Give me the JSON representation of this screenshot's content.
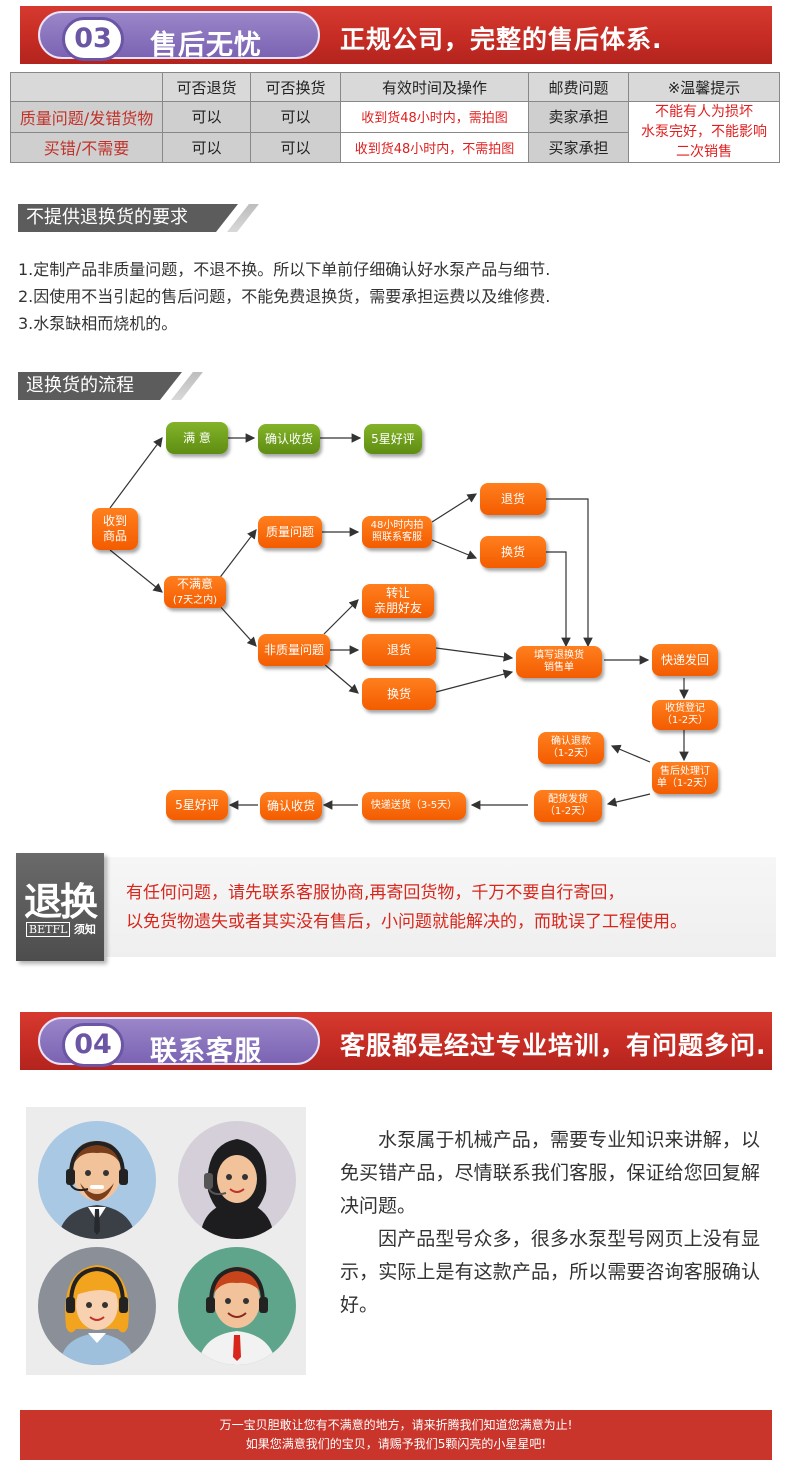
{
  "section3": {
    "num": "03",
    "title": "售后无忧",
    "slogan": "正规公司，完整的售后体系."
  },
  "table": {
    "headers": [
      "",
      "可否退货",
      "可否换货",
      "有效时间及操作",
      "邮费问题",
      "※温馨提示"
    ],
    "rows": [
      {
        "label": "质量问题/发错货物",
        "return": "可以",
        "exchange": "可以",
        "time": "收到货48小时内，需拍图",
        "postage": "卖家承担"
      },
      {
        "label": "买错/不需要",
        "return": "可以",
        "exchange": "可以",
        "time": "收到货48小时内，不需拍图",
        "postage": "买家承担"
      }
    ],
    "note": [
      "不能有人为损坏",
      "水泵完好，不能影响",
      "二次销售"
    ]
  },
  "no_return": {
    "heading": "不提供退换货的要求",
    "rules": [
      "1.定制产品非质量问题，不退不换。所以下单前仔细确认好水泵产品与细节.",
      "2.因使用不当引起的售后问题，不能免费退换货，需要承担运费以及维修费.",
      "3.水泵缺相而烧机的。"
    ]
  },
  "process": {
    "heading": "退换货的流程",
    "nodes": {
      "satisfied": "满  意",
      "confirm1": "确认收货",
      "five_star1": "5星好评",
      "received_1": "收到",
      "received_2": "商品",
      "unsatisfied_1": "不满意",
      "unsatisfied_2": "(7天之内)",
      "quality": "质量问题",
      "photo_1": "48小时内拍",
      "photo_2": "照联系客服",
      "return1": "退货",
      "exchange1": "换货",
      "transfer_1": "转让",
      "transfer_2": "亲朋好友",
      "nonquality": "非质量问题",
      "return2": "退货",
      "exchange2": "换货",
      "form_1": "填写退换货",
      "form_2": "销售单",
      "express_back": "快递发回",
      "receipt_1": "收货登记",
      "receipt_2": "（1-2天）",
      "handle_1": "售后处理订",
      "handle_2": "单（1-2天）",
      "refund_1": "确认退款",
      "refund_2": "（1-2天）",
      "dispatch_1": "配货发货",
      "dispatch_2": "（1-2天）",
      "express_send": "快递送货（3-5天）",
      "confirm2": "确认收货",
      "five_star2": "5星好评"
    }
  },
  "notice": {
    "big": "退换",
    "brand": "BETFL",
    "must": "须知",
    "line1": "有任何问题，请先联系客服协商,再寄回货物，千万不要自行寄回，",
    "line2": "以免货物遗失或者其实没有售后，小问题就能解决的，而耽误了工程使用。"
  },
  "section4": {
    "num": "04",
    "title": "联系客服",
    "slogan": "客服都是经过专业培训，有问题多问."
  },
  "contact": {
    "p1": "水泵属于机械产品，需要专业知识来讲解，以免买错产品，尽情联系我们客服，保证给您回复解决问题。",
    "p2": "因产品型号众多，很多水泵型号网页上没有显示，实际上是有这款产品，所以需要咨询客服确认好。"
  },
  "footer": {
    "line1": "万一宝贝胆敢让您有不满意的地方，请来折腾我们知道您满意为止!",
    "line2": "如果您满意我们的宝贝，请赐予我们5颗闪亮的小星星吧!"
  },
  "colors": {
    "banner_red": "#c62c24",
    "pill_purple": "#7b63b3",
    "node_orange": "#f35c00",
    "node_green": "#5e8d12",
    "alert_red": "#e02020"
  }
}
